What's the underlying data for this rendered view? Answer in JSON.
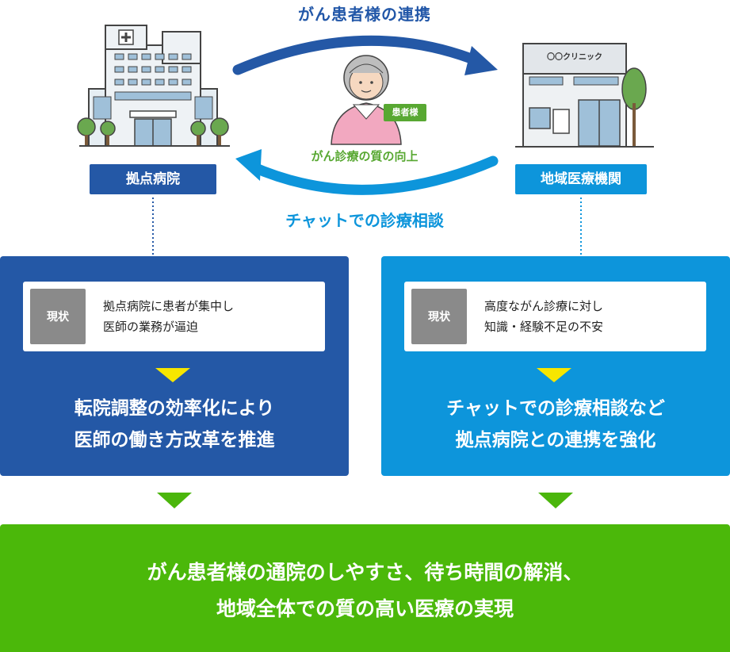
{
  "top_label": "がん患者様の連携",
  "hospital": {
    "label": "拠点病院"
  },
  "clinic": {
    "label": "地域医療機関",
    "sign": "〇〇クリニック"
  },
  "patient": {
    "badge": "患者様"
  },
  "quality_label": "がん診療の質の向上",
  "consult_label": "チャットでの診療相談",
  "left_panel": {
    "status_tag": "現状",
    "status_lines": [
      "拠点病院に患者が集中し",
      "医師の業務が逼迫"
    ],
    "result_lines": [
      "転院調整の効率化により",
      "医師の働き方改革を推進"
    ]
  },
  "right_panel": {
    "status_tag": "現状",
    "status_lines": [
      "高度ながん診療に対し",
      "知識・経験不足の不安"
    ],
    "result_lines": [
      "チャットでの診療相談など",
      "拠点病院との連携を強化"
    ]
  },
  "bottom": {
    "lines": [
      "がん患者様の通院のしやすさ、待ち時間の解消、",
      "地域全体での質の高い医療の実現"
    ]
  },
  "colors": {
    "navy": "#2458a6",
    "sky": "#0d95db",
    "green": "#4bb80a",
    "yellow": "#f7e600",
    "gray": "#8a8a8a"
  }
}
